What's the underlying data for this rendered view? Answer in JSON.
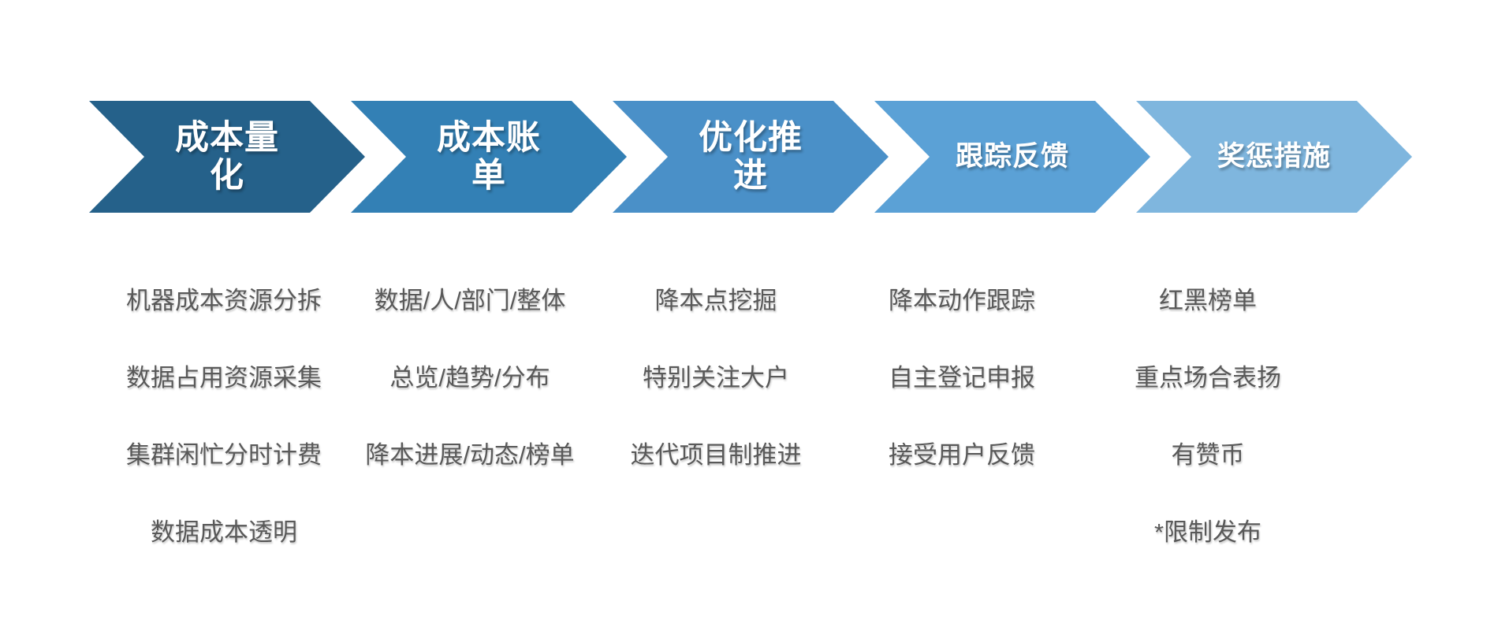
{
  "colors": {
    "background": "#ffffff",
    "arrow_text": "#ffffff",
    "detail_text": "#595959"
  },
  "process": {
    "steps": [
      {
        "label": "成本量\n化",
        "color": "#25618a",
        "items": [
          "机器成本资源分拆",
          "数据占用资源采集",
          "集群闲忙分时计费",
          "数据成本透明"
        ]
      },
      {
        "label": "成本账\n单",
        "color": "#3380b5",
        "items": [
          "数据/人/部门/整体",
          "总览/趋势/分布",
          "降本进展/动态/榜单"
        ]
      },
      {
        "label": "优化推\n进",
        "color": "#4a90c8",
        "items": [
          "降本点挖掘",
          "特别关注大户",
          "迭代项目制推进"
        ]
      },
      {
        "label": "跟踪反馈",
        "color": "#5ba1d6",
        "items": [
          "降本动作跟踪",
          "自主登记申报",
          "接受用户反馈"
        ]
      },
      {
        "label": "奖惩措施",
        "color": "#7fb6de",
        "items": [
          "红黑榜单",
          "重点场合表扬",
          "有赞币",
          "*限制发布"
        ]
      }
    ]
  }
}
